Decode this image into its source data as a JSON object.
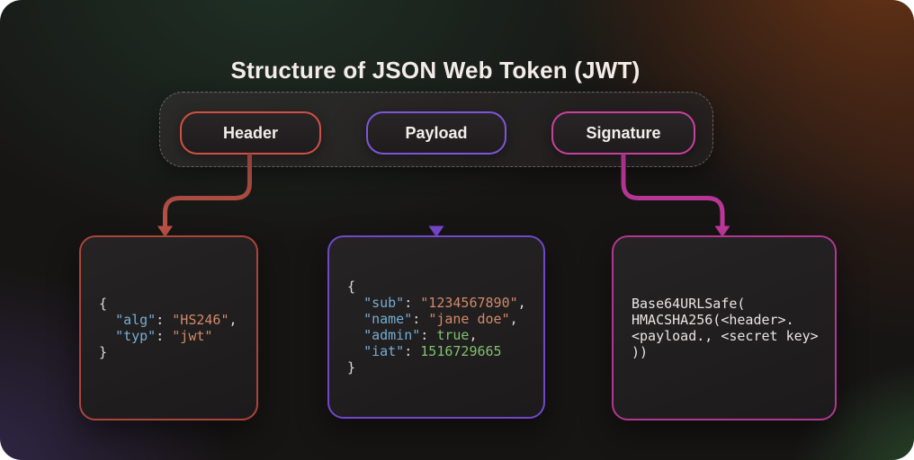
{
  "title": "Structure of JSON Web Token (JWT)",
  "sections": [
    {
      "id": "header",
      "label": "Header",
      "pill_accent": "#cf5044",
      "box_accent": "#ac443b",
      "arrow_from": "#8f4038",
      "arrow_to": "#bd5348"
    },
    {
      "id": "payload",
      "label": "Payload",
      "pill_accent": "#7d55d9",
      "box_accent": "#6f48cb",
      "arrow_from": "#9f7ee6",
      "arrow_to": "#7947d2"
    },
    {
      "id": "signature",
      "label": "Signature",
      "pill_accent": "#c7419d",
      "box_accent": "#b23790",
      "arrow_from": "#a53184",
      "arrow_to": "#c338a0"
    }
  ],
  "syntax_colors": {
    "key": "#74aed3",
    "str": "#d28a68",
    "lit": "#7fc36d",
    "punc": "#dedbd9",
    "plain": "#e8e5e3"
  },
  "code_boxes": [
    {
      "id": "header",
      "lines": [
        [
          {
            "c": "punc",
            "t": "{"
          }
        ],
        [
          {
            "c": "plain",
            "t": "  "
          },
          {
            "c": "key",
            "t": "\"alg\""
          },
          {
            "c": "punc",
            "t": ": "
          },
          {
            "c": "str",
            "t": "\"HS246\""
          },
          {
            "c": "punc",
            "t": ","
          }
        ],
        [
          {
            "c": "plain",
            "t": "  "
          },
          {
            "c": "key",
            "t": "\"typ\""
          },
          {
            "c": "punc",
            "t": ": "
          },
          {
            "c": "str",
            "t": "\"jwt\""
          }
        ],
        [
          {
            "c": "punc",
            "t": "}"
          }
        ]
      ]
    },
    {
      "id": "payload",
      "lines": [
        [
          {
            "c": "punc",
            "t": "{"
          }
        ],
        [
          {
            "c": "plain",
            "t": "  "
          },
          {
            "c": "key",
            "t": "\"sub\""
          },
          {
            "c": "punc",
            "t": ": "
          },
          {
            "c": "str",
            "t": "\"1234567890\""
          },
          {
            "c": "punc",
            "t": ","
          }
        ],
        [
          {
            "c": "plain",
            "t": "  "
          },
          {
            "c": "key",
            "t": "\"name\""
          },
          {
            "c": "punc",
            "t": ": "
          },
          {
            "c": "str",
            "t": "\"jane doe\""
          },
          {
            "c": "punc",
            "t": ","
          }
        ],
        [
          {
            "c": "plain",
            "t": "  "
          },
          {
            "c": "key",
            "t": "\"admin\""
          },
          {
            "c": "punc",
            "t": ": "
          },
          {
            "c": "lit",
            "t": "true"
          },
          {
            "c": "punc",
            "t": ","
          }
        ],
        [
          {
            "c": "plain",
            "t": "  "
          },
          {
            "c": "key",
            "t": "\"iat\""
          },
          {
            "c": "punc",
            "t": ": "
          },
          {
            "c": "lit",
            "t": "1516729665"
          }
        ],
        [
          {
            "c": "punc",
            "t": "}"
          }
        ]
      ]
    },
    {
      "id": "signature",
      "lines": [
        [
          {
            "c": "plain",
            "t": "Base64URLSafe("
          }
        ],
        [
          {
            "c": "plain",
            "t": "HMACSHA256(<header>."
          }
        ],
        [
          {
            "c": "plain",
            "t": "<payload., <secret key>"
          }
        ],
        [
          {
            "c": "plain",
            "t": "))"
          }
        ]
      ]
    }
  ]
}
